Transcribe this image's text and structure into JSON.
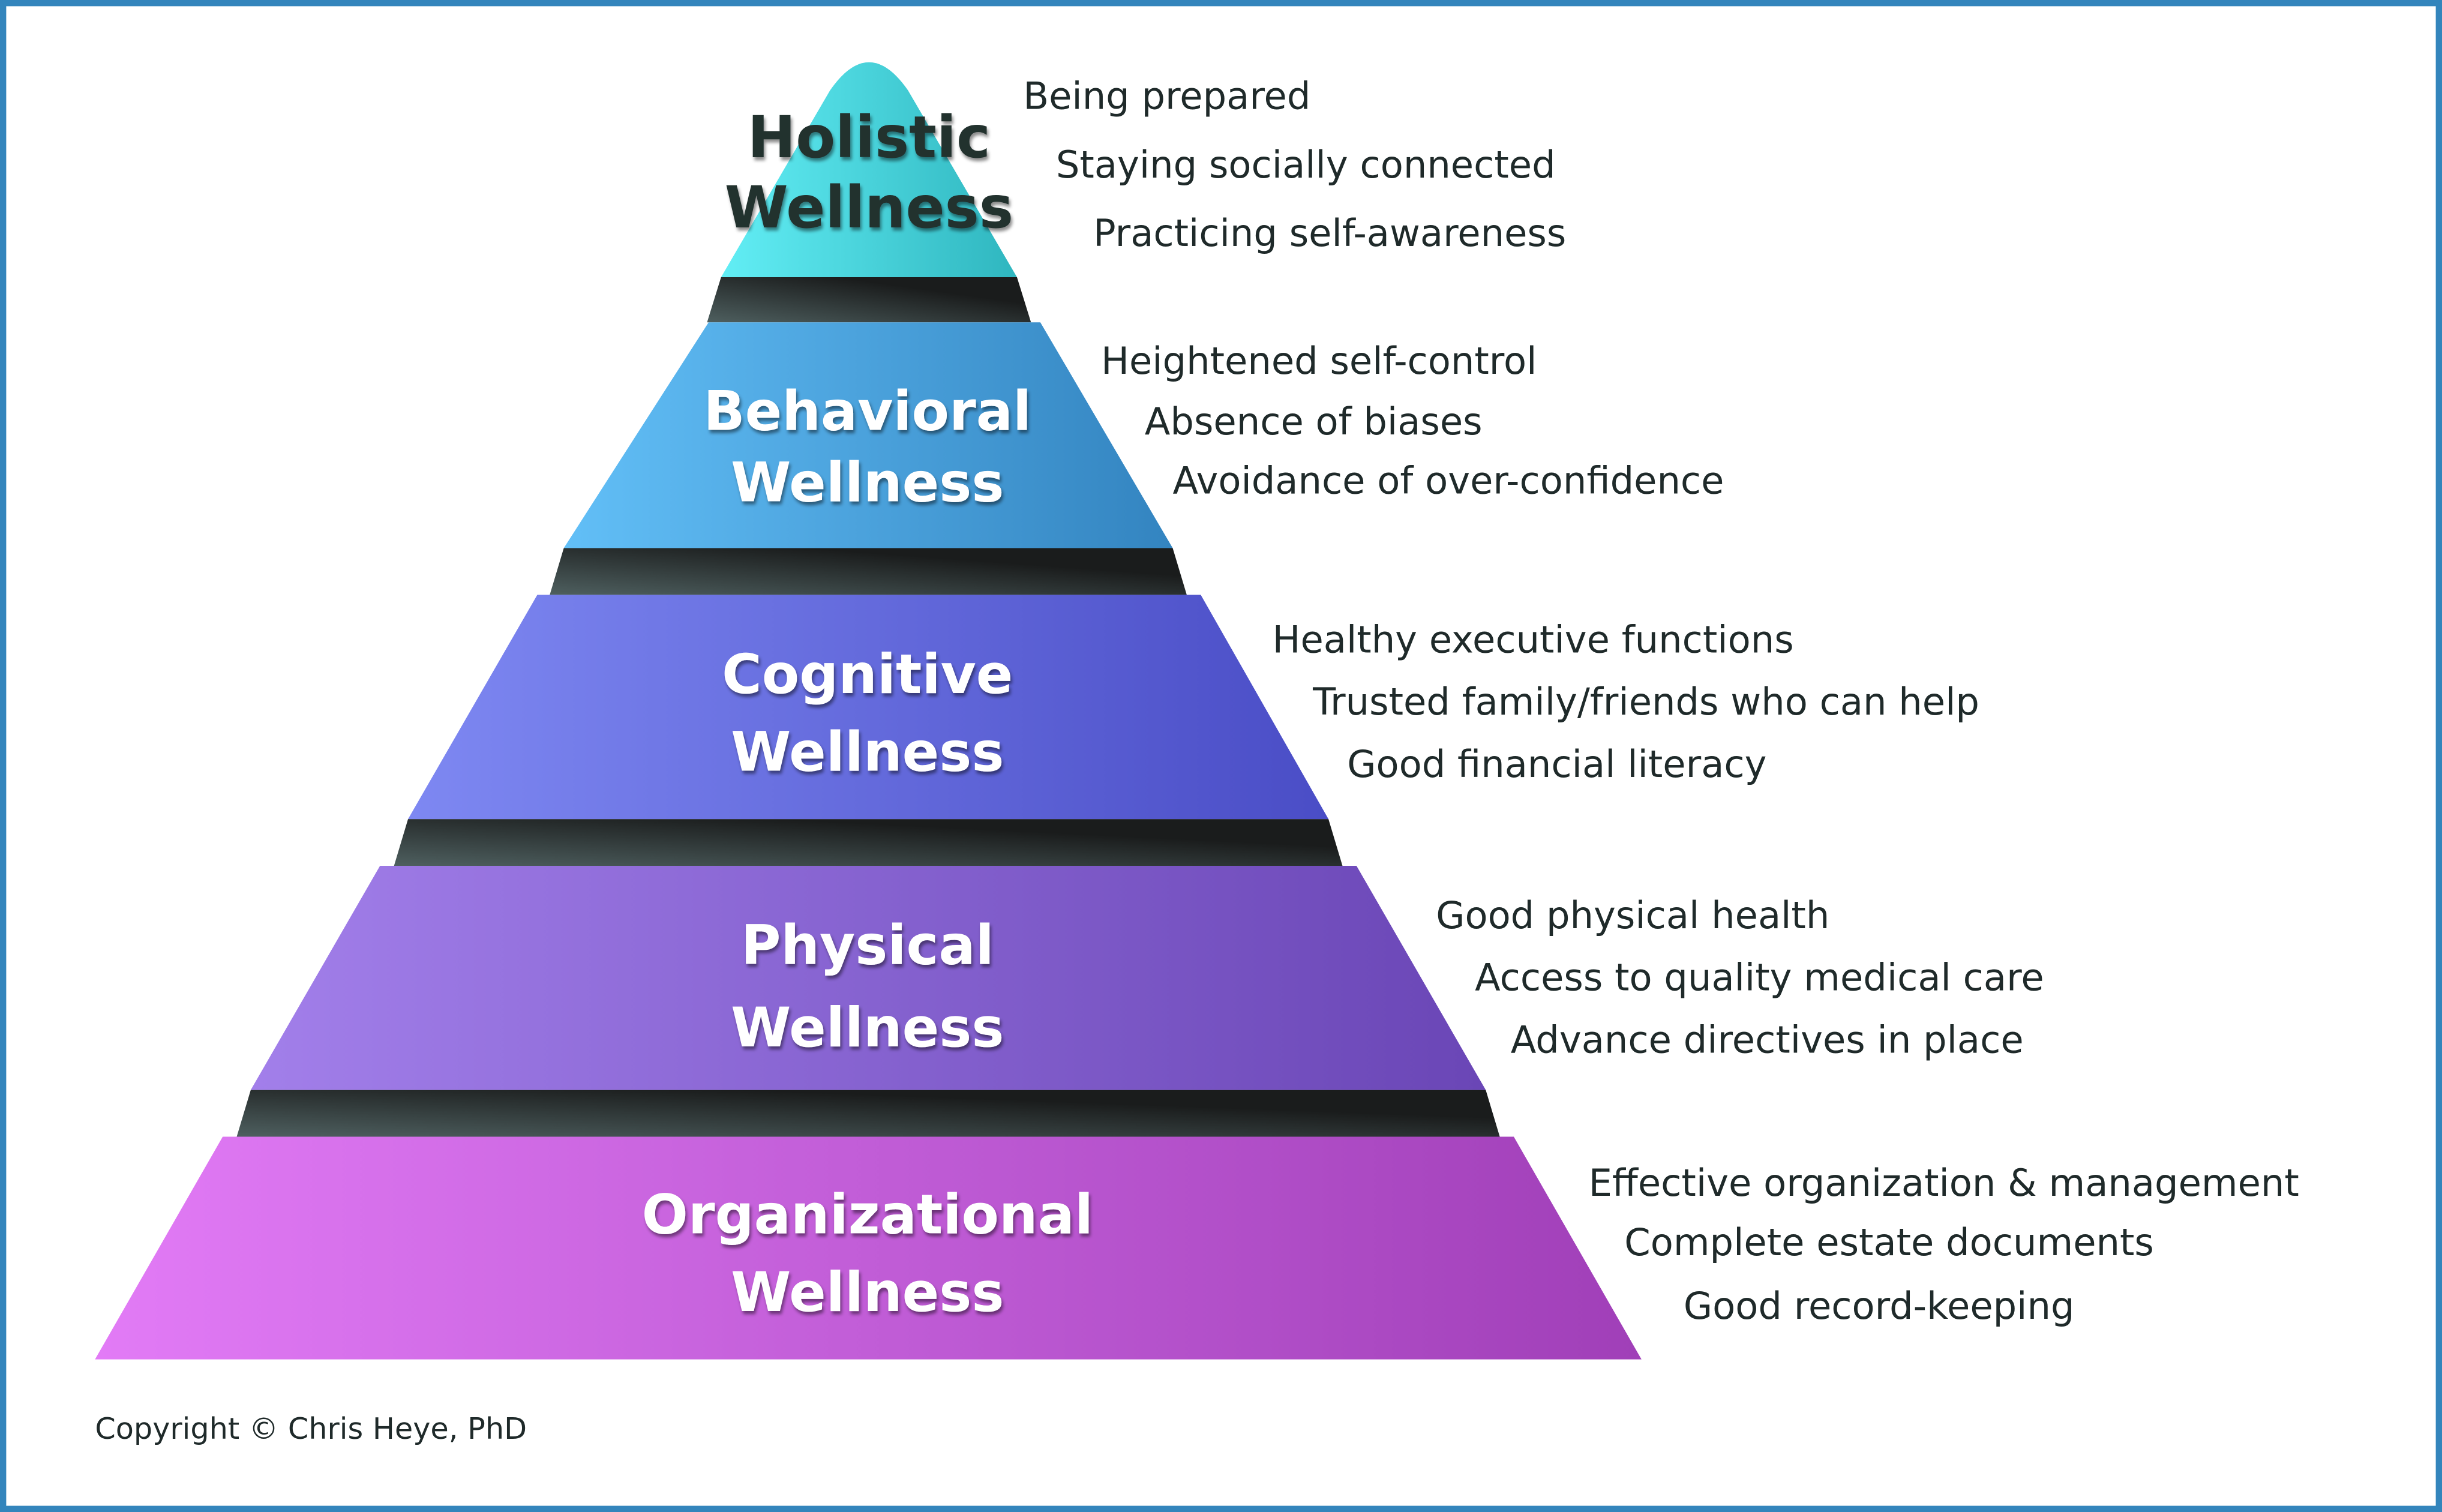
{
  "colors": {
    "border": "#3385bc",
    "holistic": [
      "#62eef5",
      "#2fb6bf"
    ],
    "behavioral": [
      "#62bff7",
      "#3384c0"
    ],
    "cognitive": [
      "#7e88f2",
      "#4a4dc6"
    ],
    "physical": [
      "#a27fea",
      "#6a46b6"
    ],
    "organizational": [
      "#e27bf6",
      "#a03fb8"
    ],
    "band": [
      "#4e5f5f",
      "#1a1c1c"
    ]
  },
  "tiers": [
    {
      "title": [
        "Holistic",
        "Wellness"
      ],
      "items": [
        "Being prepared",
        "Staying socially connected",
        "Practicing self-awareness"
      ]
    },
    {
      "title": [
        "Behavioral",
        "Wellness"
      ],
      "items": [
        "Heightened self-control",
        "Absence of biases",
        "Avoidance of over-confidence"
      ]
    },
    {
      "title": [
        "Cognitive",
        "Wellness"
      ],
      "items": [
        "Healthy executive functions",
        "Trusted family/friends who can help",
        "Good financial literacy"
      ]
    },
    {
      "title": [
        "Physical",
        "Wellness"
      ],
      "items": [
        "Good physical health",
        "Access to quality medical care",
        "Advance directives in place"
      ]
    },
    {
      "title": [
        "Organizational",
        "Wellness"
      ],
      "items": [
        "Effective organization & management",
        "Complete estate documents",
        "Good record-keeping"
      ]
    }
  ],
  "copyright": "Copyright © Chris Heye, PhD"
}
